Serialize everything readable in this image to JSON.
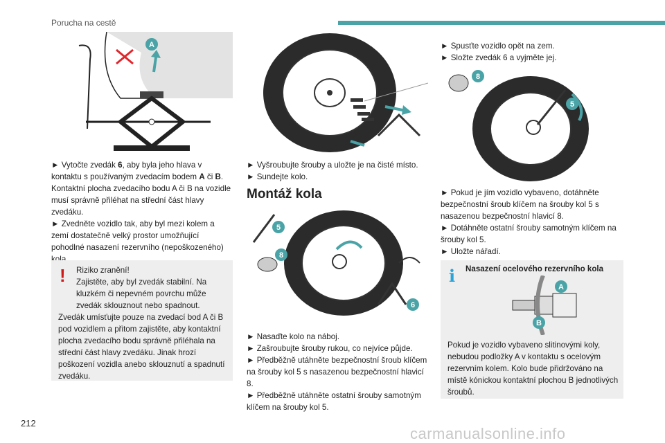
{
  "header": {
    "section": "Porucha na cestě"
  },
  "page_number": "212",
  "col1": {
    "instructions": [
      {
        "pre": "Vytočte zvedák ",
        "b1": "6",
        "mid1": ", aby byla jeho hlava v kontaktu s používaným zvedacím bodem ",
        "b2": "A",
        "mid2": " či ",
        "b3": "B",
        "post": ". Kontaktní plocha zvedacího bodu A či B na vozidle musí správně přiléhat na střední část hlavy zvedáku."
      },
      {
        "text": "Zvedněte vozidlo tak, aby byl mezi kolem a zemí dostatečně velký prostor umožňující pohodlné nasazení rezervního (nepoškozeného) kola."
      }
    ],
    "warning": {
      "line1": "Riziko zranění!",
      "line2": "Zajistěte, aby byl zvedák stabilní. Na kluzkém či nepevném povrchu může zvedák sklouznout nebo spadnout.",
      "line3": "Zvedák umísťujte pouze na zvedací bod A či B pod vozidlem a přitom zajistěte, aby kontaktní plocha zvedacího bodu správně přiléhala na střední část hlavy zvedáku. Jinak hrozí poškození vozidla anebo sklouznutí a spadnutí zvedáku."
    },
    "fig_labels": {
      "a": "A"
    }
  },
  "col2": {
    "instructions_top": [
      "Vyšroubujte šrouby a uložte je na čisté místo.",
      "Sundejte kolo."
    ],
    "heading": "Montáž kola",
    "fig_labels": {
      "five": "5",
      "eight": "8",
      "six": "6"
    },
    "instructions_bottom": [
      "Nasaďte kolo na náboj.",
      "Zašroubujte šrouby rukou, co nejvíce půjde.",
      "Předběžně utáhněte bezpečnostní šroub klíčem na šrouby kol 5 s nasazenou bezpečnostní hlavicí 8.",
      "Předběžně utáhněte ostatní šrouby samotným klíčem na šrouby kol 5."
    ]
  },
  "col3": {
    "instructions_top": [
      "Spusťte vozidlo opět na zem.",
      "Složte zvedák 6 a vyjměte jej."
    ],
    "fig_labels": {
      "eight": "8",
      "five": "5"
    },
    "instructions_mid": [
      "Pokud je jím vozidlo vybaveno, dotáhněte bezpečnostní šroub klíčem na šrouby kol 5 s nasazenou bezpečnostní hlavicí 8.",
      "Dotáhněte ostatní šrouby samotným klíčem na šrouby kol 5.",
      "Uložte nářadí."
    ],
    "info": {
      "title": "Nasazení ocelového rezervního kola",
      "labels": {
        "a": "A",
        "b": "B"
      },
      "body": "Pokud je vozidlo vybaveno slitinovými koly, nebudou podložky A v kontaktu s ocelovým rezervním kolem. Kolo bude přidržováno na místě kónickou kontaktní plochou B jednotlivých šroubů."
    }
  },
  "watermark": "carmanualsonline.info",
  "colors": {
    "accent": "#4aa3a6",
    "warning": "#d01a1a",
    "info": "#2aa4d8",
    "badge": "#4aa3a6"
  }
}
